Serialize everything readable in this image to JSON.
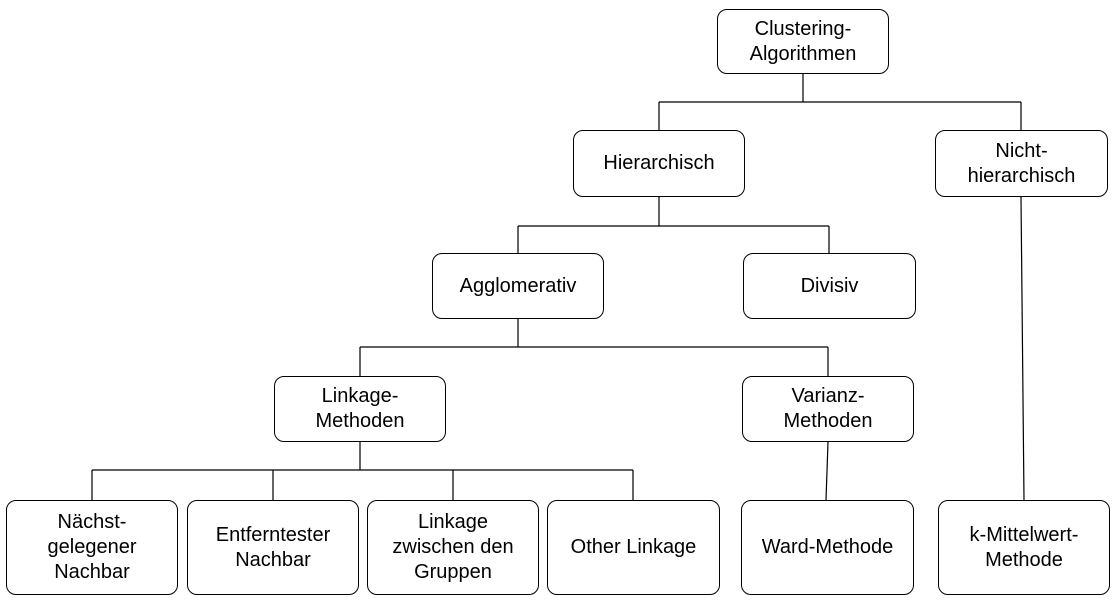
{
  "diagram": {
    "line_color": "#000000",
    "nodes": {
      "root": "Clustering-\nAlgorithmen",
      "hierarchisch": "Hierarchisch",
      "nicht_hierarchisch": "Nicht-\nhierarchisch",
      "agglomerativ": "Agglomerativ",
      "divisiv": "Divisiv",
      "linkage_methoden": "Linkage-\nMethoden",
      "varianz_methoden": "Varianz-\nMethoden",
      "naechstgelegener": "Nächst-\ngelegener\nNachbar",
      "entferntester": "Entferntester\nNachbar",
      "linkage_gruppen": "Linkage\nzwischen den\nGruppen",
      "other_linkage": "Other Linkage",
      "ward": "Ward-Methode",
      "k_mittelwert": "k-Mittelwert-\nMethode"
    }
  }
}
